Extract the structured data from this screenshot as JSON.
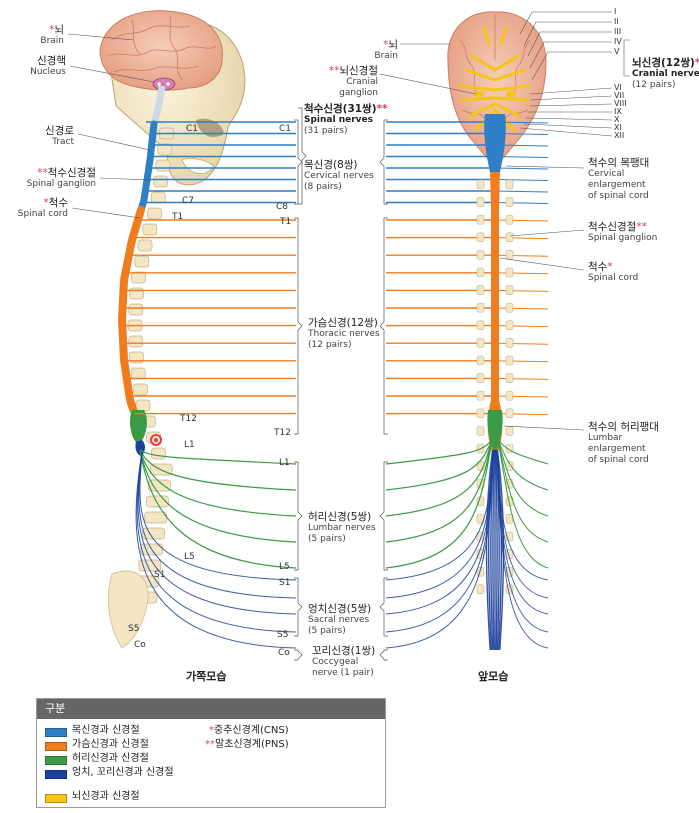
{
  "colors": {
    "cervical": "#2f7fc6",
    "thoracic": "#f07c1e",
    "lumbar": "#3a9b46",
    "sacral": "#1b3f9a",
    "cranial": "#f5c516",
    "bone": "#f3e6c4",
    "brain": "#f2b9a2",
    "marker": "#e23c4d"
  },
  "side": {
    "brain": {
      "star": "*",
      "ko": "뇌",
      "en": "Brain"
    },
    "nucleus": {
      "ko": "신경핵",
      "en": "Nucleus"
    },
    "tract": {
      "ko": "신경로",
      "en": "Tract"
    },
    "ganglion": {
      "star": "**",
      "ko": "척수신경절",
      "en": "Spinal ganglion"
    },
    "cord": {
      "star": "*",
      "ko": "척수",
      "en": "Spinal cord"
    },
    "ticks": {
      "c1": "C1",
      "c7": "C7",
      "t1": "T1",
      "t12": "T12",
      "l1": "L1",
      "l5": "L5",
      "s1": "S1",
      "s5": "S5",
      "co": "Co"
    },
    "caption": "가쪽모습"
  },
  "middle": {
    "spinal": {
      "ko": "척수신경(31쌍)",
      "star": "**",
      "en": "Spinal nerves",
      "en2": "(31 pairs)"
    },
    "cervical": {
      "ko": "목신경(8쌍)",
      "en": "Cervical nerves",
      "en2": "(8 pairs)",
      "top": "C1",
      "bottom": "C8"
    },
    "thoracic": {
      "ko": "가슴신경(12쌍)",
      "en": "Thoracic nerves",
      "en2": "(12 pairs)",
      "top": "T1",
      "bottom": "T12"
    },
    "lumbar": {
      "ko": "허리신경(5쌍)",
      "en": "Lumbar nerves",
      "en2": "(5 pairs)",
      "top": "L1",
      "bottom": "L5"
    },
    "sacral": {
      "ko": "엉치신경(5쌍)",
      "en": "Sacral nerves",
      "en2": "(5 pairs)",
      "top": "S1",
      "bottom": "S5"
    },
    "coccygeal": {
      "ko": "꼬리신경(1쌍)",
      "en": "Coccygeal",
      "en2": "nerve (1 pair)",
      "top": "Co"
    }
  },
  "front": {
    "brain": {
      "star": "*",
      "ko": "뇌",
      "en": "Brain"
    },
    "cranial_ganglion": {
      "star": "**",
      "ko": "뇌신경절",
      "en": "Cranial",
      "en2": "ganglion"
    },
    "cranial_nerves": {
      "ko": "뇌신경(12쌍)",
      "star": "**",
      "en": "Cranial nerves",
      "en2": "(12 pairs)"
    },
    "roman": [
      "I",
      "II",
      "III",
      "IV",
      "V",
      "VI",
      "VII",
      "VIII",
      "IX",
      "X",
      "XI",
      "XII"
    ],
    "cervical_enl": {
      "ko": "척수의 목팽대",
      "en": "Cervical",
      "en2": "enlargement",
      "en3": "of spinal cord"
    },
    "ganglion": {
      "ko": "척수신경절",
      "star": "**",
      "en": "Spinal ganglion"
    },
    "cord": {
      "ko": "척수",
      "star": "*",
      "en": "Spinal cord"
    },
    "lumbar_enl": {
      "ko": "척수의 허리팽대",
      "en": "Lumbar",
      "en2": "enlargement",
      "en3": "of spinal cord"
    },
    "caption": "앞모습"
  },
  "legend": {
    "title": "구분",
    "items": [
      {
        "label": "목신경과 신경절",
        "color": "#2f7fc6"
      },
      {
        "label": "가슴신경과 신경절",
        "color": "#f07c1e"
      },
      {
        "label": "허리신경과 신경절",
        "color": "#3a9b46"
      },
      {
        "label": "엉치, 꼬리신경과 신경절",
        "color": "#1b3f9a"
      },
      {
        "label": "뇌신경과 신경절",
        "color": "#f5c516"
      }
    ],
    "cns": {
      "star": "*",
      "label": "중추신경계(CNS)"
    },
    "pns": {
      "star": "**",
      "label": "말초신경계(PNS)"
    }
  }
}
